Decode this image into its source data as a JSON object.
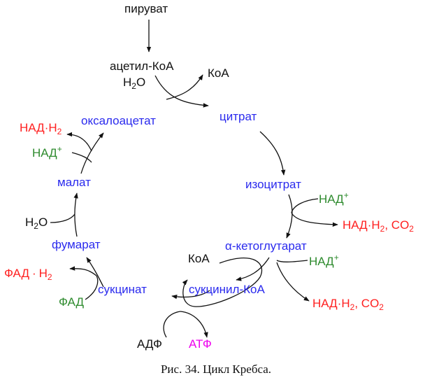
{
  "colors": {
    "metabolite": "#2a2aee",
    "cofactor_in": "#2e8b2e",
    "cofactor_out": "#ff2020",
    "atp": "#ee00ee",
    "plain": "#111111"
  },
  "diagram": {
    "metabolites": {
      "pyruvate": "пируват",
      "acetyl_coa": "ацетил-КоА",
      "citrate": "цитрат",
      "isocitrate": "изоцитрат",
      "alpha_ketoglutarate": "α-кетоглутарат",
      "succinyl_coa": "сукцинил-КоА",
      "succinate": "сукцинат",
      "fumarate": "фумарат",
      "malate": "малат",
      "oxaloacetate": "оксалоацетат"
    },
    "cofactors": {
      "water_top": "H",
      "water_top_sub": "2",
      "water_top_tail": "O",
      "coa_released": "КоА",
      "nad_in_1": "НАД",
      "nad_in_1_sup": "+",
      "nadh_out_1": "НАД",
      "nadh_out_1_dot": "·",
      "nadh_out_1_h": "H",
      "nadh_out_1_sub": "2",
      "nadh_out_1_co2": ", CO",
      "nadh_out_1_co2_sub": "2",
      "nad_in_2": "НАД",
      "nad_in_2_sup": "+",
      "nadh_out_2": "НАД",
      "nadh_out_2_dot": "·",
      "nadh_out_2_h": "H",
      "nadh_out_2_sub": "2",
      "nadh_out_2_co2": ", CO",
      "nadh_out_2_co2_sub": "2",
      "coa_succinyl": "КоА",
      "adp": "АДФ",
      "atp": "АТФ",
      "fad_in": "ФАД",
      "fadh_out": "ФАД",
      "fadh_out_dot": "·",
      "fadh_out_h": "H",
      "fadh_out_sub": "2",
      "water_left": "H",
      "water_left_sub": "2",
      "water_left_tail": "O",
      "nad_in_3": "НАД",
      "nad_in_3_sup": "+",
      "nadh_out_3": "НАД",
      "nadh_out_3_dot": "·",
      "nadh_out_3_h": "H",
      "nadh_out_3_sub": "2"
    },
    "caption": "Рис.  34. Цикл Кребса."
  }
}
